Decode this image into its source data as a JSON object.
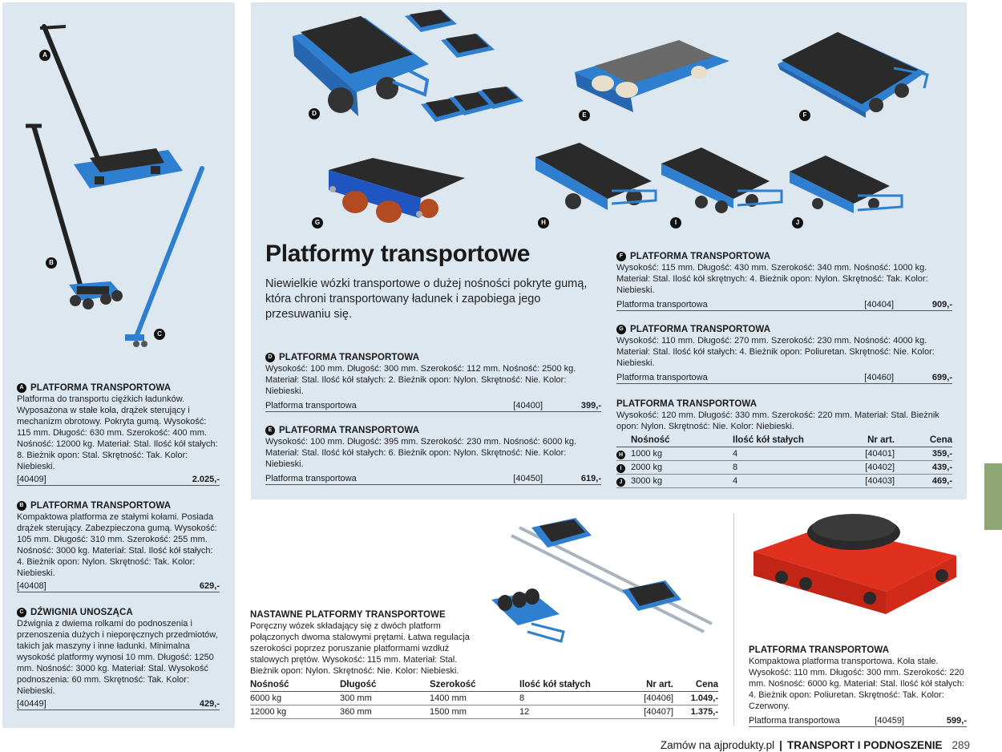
{
  "photo_labels": [
    "A",
    "B",
    "C",
    "D",
    "E",
    "F",
    "G",
    "H",
    "I",
    "J"
  ],
  "main": {
    "title": "Platformy transportowe",
    "intro": "Niewielkie wózki transportowe o dużej nośności pokryte gumą, która chroni transportowany ładunek i zapobiega jego przesuwaniu się."
  },
  "products": {
    "A": {
      "badge": "A",
      "title": "PLATFORMA TRANSPORTOWA",
      "desc": "Platforma do transportu ciężkich ładunków. Wyposażona w stałe koła, drążek sterujący i mechanizm obrotowy. Pokryta gumą. Wysokość: 115 mm. Długość: 630 mm. Szerokość: 400 mm. Nośność: 12000 kg. Materiał: Stal. Ilość kół stałych: 8. Bieżnik opon: Stal. Skrętność: Tak. Kolor: Niebieski.",
      "code": "[40409]",
      "price": "2.025,-"
    },
    "B": {
      "badge": "B",
      "title": "PLATFORMA TRANSPORTOWA",
      "desc": "Kompaktowa platforma ze stałymi kołami. Posiada drążek sterujący. Zabezpieczona gumą. Wysokość: 105 mm. Długość: 310 mm. Szerokość: 255 mm. Nośność: 3000 kg. Materiał: Stal. Ilość kół stałych: 4. Bieżnik opon: Nylon. Skrętność: Tak. Kolor: Niebieski.",
      "code": "[40408]",
      "price": "629,-"
    },
    "C": {
      "badge": "C",
      "title": "DŹWIGNIA UNOSZĄCA",
      "desc": "Dźwignia z dwiema rolkami do podnoszenia i przenoszenia dużych i nieporęcznych przedmiotów, takich jak maszyny i inne ładunki. Minimalna wysokość platformy wynosi 10 mm. Długość: 1250 mm. Nośność: 3000 kg. Materiał: Stal. Wysokość podnoszenia: 60 mm. Skrętność: Tak. Kolor: Niebieski.",
      "code": "[40449]",
      "price": "429,-"
    },
    "D": {
      "badge": "D",
      "title": "PLATFORMA TRANSPORTOWA",
      "desc": "Wysokość: 100 mm. Długość: 300 mm. Szerokość: 112 mm. Nośność: 2500 kg. Materiał: Stal. Ilość kół stałych: 2. Bieżnik opon: Nylon. Skrętność: Nie. Kolor: Niebieski.",
      "name": "Platforma transportowa",
      "code": "[40400]",
      "price": "399,-"
    },
    "E": {
      "badge": "E",
      "title": "PLATFORMA TRANSPORTOWA",
      "desc": "Wysokość: 100 mm. Długość: 395 mm. Szerokość: 230 mm. Nośność: 6000 kg. Materiał: Stal. Ilość kół stałych: 6. Bieżnik opon: Nylon. Skrętność: Nie. Kolor: Niebieski.",
      "name": "Platforma transportowa",
      "code": "[40450]",
      "price": "619,-"
    },
    "F": {
      "badge": "F",
      "title": "PLATFORMA TRANSPORTOWA",
      "desc": "Wysokość: 115 mm. Długość: 430 mm. Szerokość: 340 mm. Nośność: 1000 kg. Materiał: Stal. Ilość kół skrętnych: 4. Bieżnik opon: Nylon. Skrętność: Tak. Kolor: Niebieski.",
      "name": "Platforma transportowa",
      "code": "[40404]",
      "price": "909,-"
    },
    "G": {
      "badge": "G",
      "title": "PLATFORMA TRANSPORTOWA",
      "desc": "Wysokość: 110 mm. Długość: 270 mm. Szerokość: 230 mm. Nośność: 4000 kg. Materiał: Stal. Ilość kół stałych: 4. Bieżnik opon: Poliuretan. Skrętność: Nie. Kolor: Niebieski.",
      "name": "Platforma transportowa",
      "code": "[40460]",
      "price": "699,-"
    }
  },
  "hij": {
    "title": "PLATFORMA TRANSPORTOWA",
    "desc": "Wysokość: 120 mm. Długość: 330 mm. Szerokość: 220 mm. Materiał: Stal. Bieżnik opon: Nylon. Skrętność: Nie. Kolor: Niebieski.",
    "headers": [
      "Nośność",
      "Ilość kół stałych",
      "Nr art.",
      "Cena"
    ],
    "rows": [
      {
        "badge": "H",
        "load": "1000 kg",
        "wheels": "4",
        "code": "[40401]",
        "price": "359,-"
      },
      {
        "badge": "I",
        "load": "2000 kg",
        "wheels": "8",
        "code": "[40402]",
        "price": "439,-"
      },
      {
        "badge": "J",
        "load": "3000 kg",
        "wheels": "4",
        "code": "[40403]",
        "price": "469,-"
      }
    ]
  },
  "adjustable": {
    "title": "NASTAWNE PLATFORMY TRANSPORTOWE",
    "desc": "Poręczny wózek składający się z dwóch platform połączonych dwoma stalowymi prętami. Łatwa regulacja szerokości poprzez poruszanie platformami wzdłuż stalowych prętów. Wysokość: 115 mm. Materiał: Stal. Bieżnik opon: Nylon. Skrętność: Nie. Kolor: Niebieski.",
    "headers": [
      "Nośność",
      "Długość",
      "Szerokość",
      "Ilość kół stałych",
      "Nr art.",
      "Cena"
    ],
    "rows": [
      {
        "load": "6000 kg",
        "length": "300 mm",
        "width": "1400 mm",
        "wheels": "8",
        "code": "[40406]",
        "price": "1.049,-"
      },
      {
        "load": "12000 kg",
        "length": "360 mm",
        "width": "1500 mm",
        "wheels": "12",
        "code": "[40407]",
        "price": "1.375,-"
      }
    ]
  },
  "red": {
    "title": "PLATFORMA TRANSPORTOWA",
    "desc": "Kompaktowa platforma transportowa. Koła stałe. Wysokość: 110 mm. Długość: 300 mm. Szerokość: 220 mm. Nośność: 6000 kg. Materiał: Stal. Ilość kół stałych: 4. Bieżnik opon: Poliuretan. Skrętność: Tak. Kolor: Czerwony.",
    "name": "Platforma transportowa",
    "code": "[40459]",
    "price": "599,-"
  },
  "footer": {
    "site": "Zamów na ajprodukty.pl",
    "sep": "|",
    "section": "TRANSPORT I PODNOSZENIE",
    "page": "289"
  },
  "colors": {
    "panel": "#dde7f0",
    "product_blue": "#2f7fd0",
    "rubber": "#2a2a2a",
    "red": "#e0301e",
    "side_tab": "#8ea774"
  }
}
